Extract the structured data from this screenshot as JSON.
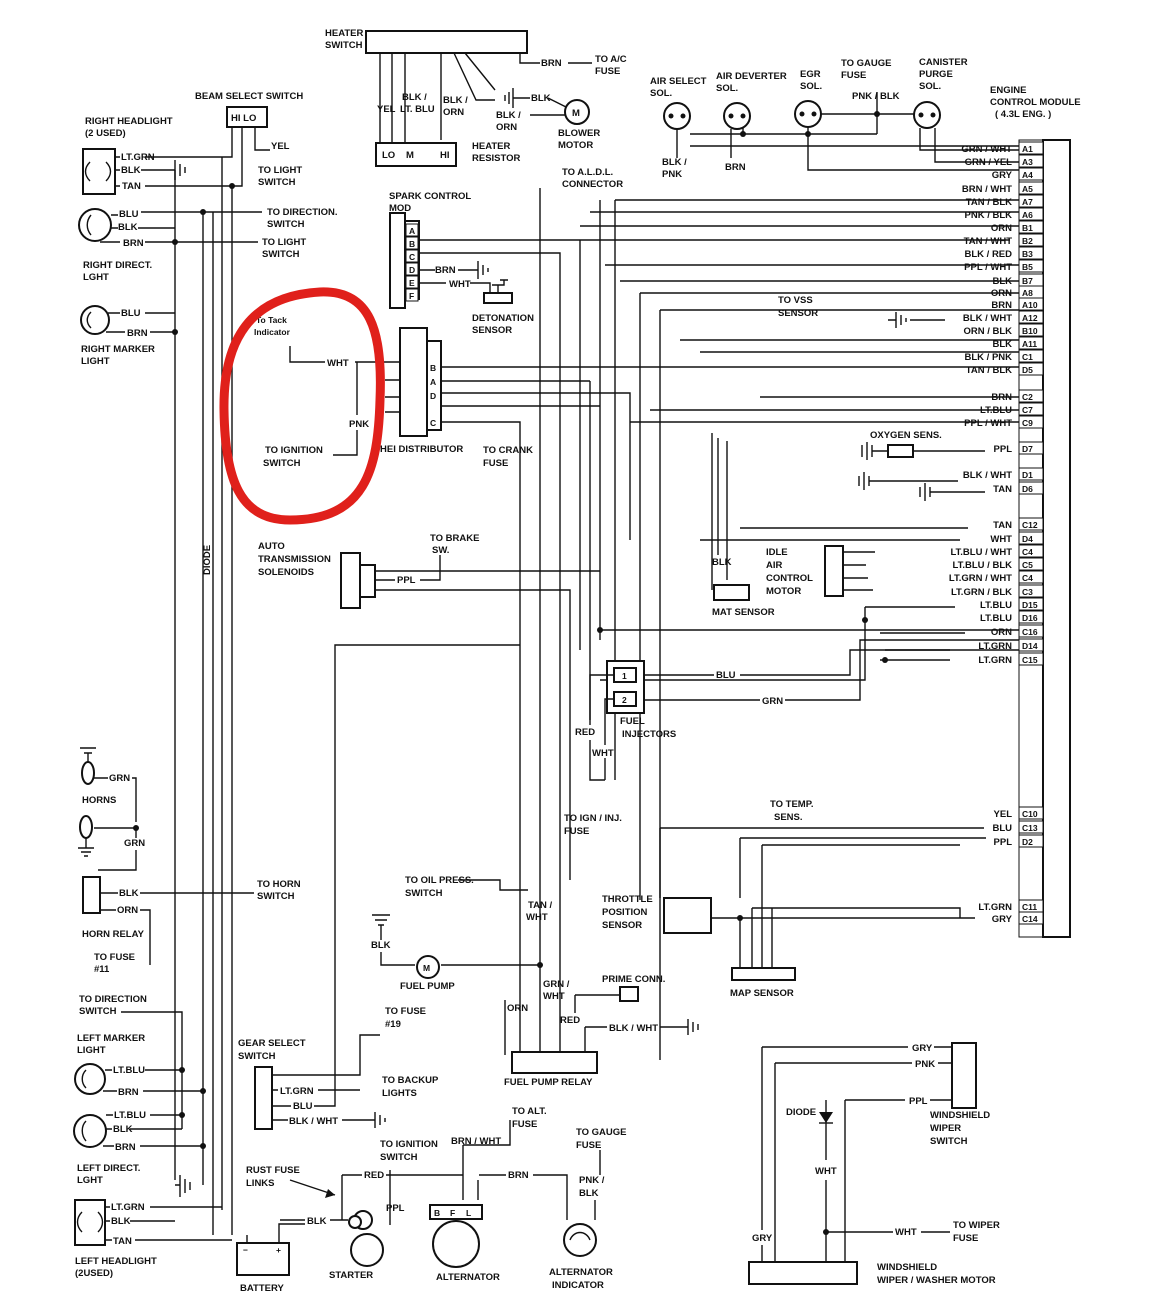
{
  "top": {
    "heater_switch": [
      "HEATER",
      "SWITCH"
    ],
    "brn_to_ac": "BRN",
    "to_ac_fuse": [
      "TO A/C",
      "FUSE"
    ],
    "blk_lt_blu": [
      "BLK /",
      "LT. BLU"
    ],
    "yel": "YEL",
    "blk_orn_1": [
      "BLK /",
      "ORN"
    ],
    "blk_orn_2": [
      "BLK /",
      "ORN"
    ],
    "blk_blower": "BLK",
    "lo": "LO",
    "m": "M",
    "hi": "HI",
    "heater_resistor": [
      "HEATER",
      "RESISTOR"
    ],
    "motor_m": "M",
    "blower_motor": [
      "BLOWER",
      "MOTOR"
    ],
    "air_select": [
      "AIR SELECT",
      "SOL."
    ],
    "air_deverter": [
      "AIR DEVERTER",
      "SOL."
    ],
    "egr": [
      "EGR",
      "SOL."
    ],
    "to_gauge_fuse": [
      "TO GAUGE",
      "FUSE"
    ],
    "pnk_blk": "PNK / BLK",
    "canister": [
      "CANISTER",
      "PURGE",
      "SOL."
    ],
    "ecm": [
      "ENGINE",
      "CONTROL MODULE",
      "( 4.3L ENG. )"
    ],
    "blk_pnk": [
      "BLK /",
      "PNK"
    ],
    "brn_top": "BRN",
    "to_aldl": [
      "TO A.L.D.L.",
      "CONNECTOR"
    ]
  },
  "left": {
    "beam_select": "BEAM SELECT SWITCH",
    "hi_lo": "HI LO",
    "right_headlight": [
      "RIGHT HEADLIGHT",
      "(2 USED)"
    ],
    "lt_grn_1": "LT.GRN",
    "blk_1": "BLK",
    "tan_1": "TAN",
    "yel_1": "YEL",
    "to_light_switch_1": [
      "TO LIGHT",
      "SWITCH"
    ],
    "blu_1": "BLU",
    "blk_2": "BLK",
    "brn_1": "BRN",
    "to_direction_switch": [
      "TO DIRECTION.",
      "SWITCH"
    ],
    "to_light_switch_2": [
      "TO LIGHT",
      "SWITCH"
    ],
    "right_direct_light": [
      "RIGHT DIRECT.",
      "LGHT"
    ],
    "blu_2": "BLU",
    "brn_2": "BRN",
    "right_marker": [
      "RIGHT MARKER",
      "LIGHT"
    ],
    "diode": "DIODE",
    "horns": "HORNS",
    "grn_1": "GRN",
    "grn_2": "GRN",
    "blk_horn": "BLK",
    "orn_horn": "ORN",
    "to_horn_switch": [
      "TO HORN",
      "SWITCH"
    ],
    "horn_relay": "HORN RELAY",
    "to_fuse_11": [
      "TO FUSE",
      "#11"
    ],
    "to_direction_switch_2": [
      "TO DIRECTION",
      "SWITCH"
    ],
    "left_marker": [
      "LEFT MARKER",
      "LIGHT"
    ],
    "lt_blu_1": "LT.BLU",
    "brn_3": "BRN",
    "lt_blu_2": "LT.BLU",
    "blk_3": "BLK",
    "brn_4": "BRN",
    "left_direct": [
      "LEFT DIRECT.",
      "LGHT"
    ],
    "lt_grn_2": "LT.GRN",
    "blk_4": "BLK",
    "tan_2": "TAN",
    "left_headlight": [
      "LEFT HEADLIGHT",
      "(2USED)"
    ],
    "battery": "BATTERY"
  },
  "middle": {
    "spark_control": [
      "SPARK CONTROL",
      "MOD"
    ],
    "spark_pins": [
      "A",
      "B",
      "C",
      "D",
      "E",
      "F"
    ],
    "brn_spark": "BRN",
    "wht_spark": "WHT",
    "detonation": [
      "DETONATION",
      "SENSOR"
    ],
    "to_tack": [
      "To Tack",
      "Indicator"
    ],
    "wht_tach": "WHT",
    "pnk": "PNK",
    "to_ignition_switch": [
      "TO IGNITION",
      "SWITCH"
    ],
    "hei_distributor": "HEI DISTRIBUTOR",
    "dist_pins": [
      "B",
      "A",
      "D",
      "C"
    ],
    "to_crank_fuse": [
      "TO CRANK",
      "FUSE"
    ],
    "auto_trans": [
      "AUTO",
      "TRANSMISSION",
      "SOLENOIDS"
    ],
    "ppl_trans": "PPL",
    "to_brake_sw": [
      "TO BRAKE",
      "SW."
    ],
    "to_vss": [
      "TO VSS",
      "SENSOR"
    ],
    "oxygen": "OXYGEN SENS.",
    "idle_air": [
      "IDLE",
      "AIR",
      "CONTROL",
      "MOTOR"
    ],
    "blk_mat": "BLK",
    "mat_sensor": "MAT SENSOR",
    "blu_inj": "BLU",
    "grn_inj": "GRN",
    "inj_pins": [
      "1",
      "2"
    ],
    "fuel_injectors": [
      "FUEL",
      "INJECTORS"
    ],
    "red_inj": "RED",
    "wht_inj": "WHT",
    "to_ign_inj": [
      "TO IGN / INJ.",
      "FUSE"
    ],
    "to_temp": [
      "TO TEMP.",
      "SENS."
    ],
    "throttle": [
      "THROTTLE",
      "POSITION",
      "SENSOR"
    ],
    "map_sensor": "MAP SENSOR",
    "to_oil_press": [
      "TO OIL PRESS.",
      "SWITCH"
    ],
    "tan_wht": [
      "TAN /",
      "WHT"
    ],
    "blk_fuel": "BLK",
    "fuel_pump": "FUEL PUMP",
    "grn_wht": [
      "GRN /",
      "WHT"
    ],
    "prime_conn": "PRIME CONN.",
    "orn_fuel": "ORN",
    "red_fuel": "RED",
    "blk_wht_fuel": "BLK / WHT",
    "fuel_pump_relay": "FUEL PUMP RELAY",
    "gear_select": [
      "GEAR SELECT",
      "SWITCH"
    ],
    "to_fuse_19": [
      "TO  FUSE",
      "#19"
    ],
    "lt_grn_gear": "LT.GRN",
    "blu_gear": "BLU",
    "blk_wht_gear": "BLK / WHT",
    "to_backup": [
      "TO BACKUP",
      "LIGHTS"
    ],
    "to_ign_switch_2": [
      "TO IGNITION",
      "SWITCH"
    ],
    "rust_fuse": [
      "RUST FUSE",
      "LINKS"
    ],
    "red_starter": "RED",
    "ppl_starter": "PPL",
    "blk_starter": "BLK",
    "starter": "STARTER",
    "to_alt_fuse": [
      "TO ALT.",
      "FUSE"
    ],
    "brn_wht_alt": "BRN / WHT",
    "brn_alt": "BRN",
    "alt_pins": [
      "B",
      "F",
      "L"
    ],
    "alternator": "ALTERNATOR",
    "to_gauge_fuse_2": [
      "TO GAUGE",
      "FUSE"
    ],
    "pnk_blk_alt": [
      "PNK /",
      "BLK"
    ],
    "alt_indicator": [
      "ALTERNATOR",
      "INDICATOR"
    ]
  },
  "ecm_pins": [
    {
      "wire": "GRN / WHT",
      "pin": "A1"
    },
    {
      "wire": "GRN / YEL",
      "pin": "A3"
    },
    {
      "wire": "GRY",
      "pin": "A4"
    },
    {
      "wire": "BRN / WHT",
      "pin": "A5"
    },
    {
      "wire": "TAN / BLK",
      "pin": "A7"
    },
    {
      "wire": "PNK / BLK",
      "pin": "A6"
    },
    {
      "wire": "ORN",
      "pin": "B1"
    },
    {
      "wire": "TAN / WHT",
      "pin": "B2"
    },
    {
      "wire": "BLK / RED",
      "pin": "B3"
    },
    {
      "wire": "PPL / WHT",
      "pin": "B5"
    },
    {
      "wire": "BLK",
      "pin": "B7"
    },
    {
      "wire": "ORN",
      "pin": "A8"
    },
    {
      "wire": "BRN",
      "pin": "A10"
    },
    {
      "wire": "BLK / WHT",
      "pin": "A12"
    },
    {
      "wire": "ORN / BLK",
      "pin": "B10"
    },
    {
      "wire": "BLK",
      "pin": "A11"
    },
    {
      "wire": "BLK / PNK",
      "pin": "C1"
    },
    {
      "wire": "TAN / BLK",
      "pin": "D5"
    },
    {
      "wire": "BRN",
      "pin": "C2"
    },
    {
      "wire": "LT.BLU",
      "pin": "C7"
    },
    {
      "wire": "PPL / WHT",
      "pin": "C9"
    },
    {
      "wire": "PPL",
      "pin": "D7"
    },
    {
      "wire": "BLK / WHT",
      "pin": "D1"
    },
    {
      "wire": "TAN",
      "pin": "D6"
    },
    {
      "wire": "TAN",
      "pin": "C12"
    },
    {
      "wire": "WHT",
      "pin": "D4"
    },
    {
      "wire": "LT.BLU / WHT",
      "pin": "C4"
    },
    {
      "wire": "LT.BLU / BLK",
      "pin": "C5"
    },
    {
      "wire": "LT.GRN / WHT",
      "pin": "C4"
    },
    {
      "wire": "LT.GRN / BLK",
      "pin": "C3"
    },
    {
      "wire": "LT.BLU",
      "pin": "D15"
    },
    {
      "wire": "LT.BLU",
      "pin": "D16"
    },
    {
      "wire": "ORN",
      "pin": "C16"
    },
    {
      "wire": "LT.GRN",
      "pin": "D14"
    },
    {
      "wire": "LT.GRN",
      "pin": "C15"
    },
    {
      "wire": "YEL",
      "pin": "C10"
    },
    {
      "wire": "BLU",
      "pin": "C13"
    },
    {
      "wire": "PPL",
      "pin": "D2"
    },
    {
      "wire": "LT.GRN",
      "pin": "C11"
    },
    {
      "wire": "GRY",
      "pin": "C14"
    }
  ],
  "wiper": {
    "gry_1": "GRY",
    "pnk": "PNK",
    "diode": "DIODE",
    "ppl": "PPL",
    "wiper_switch": [
      "WINDSHIELD",
      "WIPER",
      "SWITCH"
    ],
    "wht_1": "WHT",
    "wht_2": "WHT",
    "to_wiper_fuse": [
      "TO WIPER",
      "FUSE"
    ],
    "gry_2": "GRY",
    "wiper_motor": [
      "WINDSHIELD",
      "WIPER / WASHER MOTOR"
    ]
  },
  "colors": {
    "ink": "#111111",
    "highlight": "#e0201b",
    "paper": "#ffffff"
  }
}
